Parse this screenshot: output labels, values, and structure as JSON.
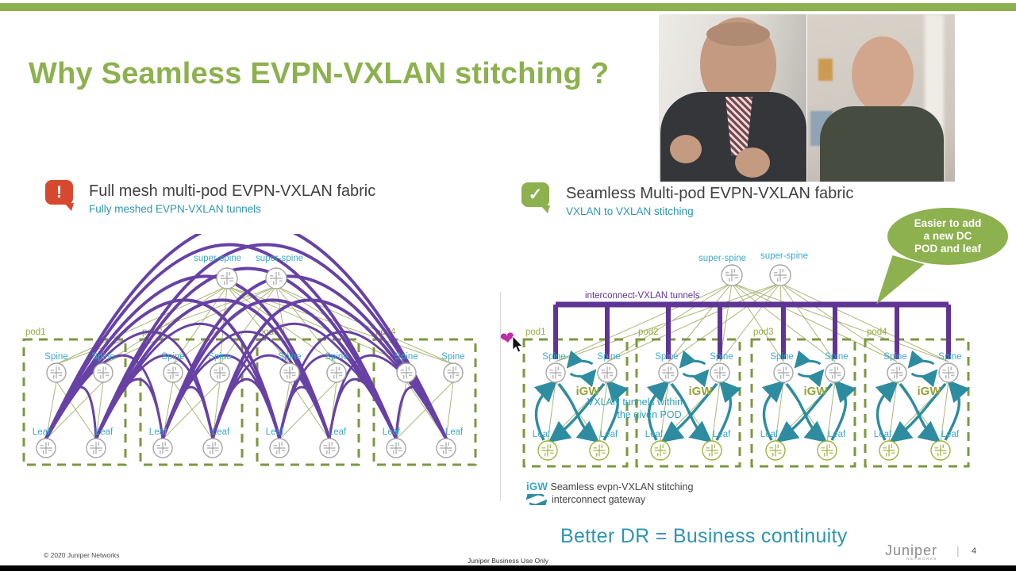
{
  "slide": {
    "title": "Why Seamless EVPN-VXLAN stitching ?",
    "bottom_caption": "Better DR = Business continuity",
    "footer_left": "© 2020 Juniper Networks",
    "footer_center": "Juniper Business Use Only",
    "logo_text": "Juniper",
    "logo_sub": "NETWORKS",
    "page_number": "4"
  },
  "left_panel": {
    "icon": "warning-exclamation-icon",
    "icon_glyph": "!",
    "heading": "Full mesh multi-pod EVPN-VXLAN fabric",
    "subheading": "Fully meshed EVPN-VXLAN tunnels",
    "diagram": {
      "super_spine_label": "super-spine",
      "pods": [
        "pod1",
        "pod2",
        "pod3",
        "pod4"
      ],
      "spine_label": "Spine",
      "leaf_label": "Leaf"
    }
  },
  "right_panel": {
    "icon": "check-icon",
    "icon_glyph": "✓",
    "heading": "Seamless Multi-pod EVPN-VXLAN fabric",
    "subheading": "VXLAN to VXLAN stitching",
    "diagram": {
      "super_spine_label": "super-spine",
      "pods": [
        "pod1",
        "pod2",
        "pod3",
        "pod4"
      ],
      "spine_label": "Spine",
      "leaf_label": "Leaf",
      "igw_label": "iGW",
      "interconnect_label": "interconnect-VXLAN tunnels",
      "vxlan_within_line1": "VXLAN tunnels within",
      "vxlan_within_line2": "the given POD"
    },
    "callout": {
      "lines": [
        "Easier to add",
        "a new DC",
        "POD and leaf"
      ]
    },
    "legend": {
      "igw": "iGW",
      "line1": "Seamless evpn-VXLAN stitching",
      "line2": "interconnect gateway",
      "icon": "interconnect-loop-icon"
    }
  },
  "colors": {
    "brand_green": "#8CB14E",
    "teal_label": "#3BA9C6",
    "teal_text": "#2E96B2",
    "teal_arrow": "#2E8CA0",
    "purple_tunnel": "#6742A4",
    "purple_dark": "#5F3494",
    "olive_border": "#7D9741",
    "olive_label": "#9AA93E",
    "olive_line": "#ABB878",
    "leaf_icon": "#A3B13F",
    "gray_icon": "#A5A5A5",
    "warn_red": "#D7492E",
    "heart_pink": "#C02DA5"
  }
}
